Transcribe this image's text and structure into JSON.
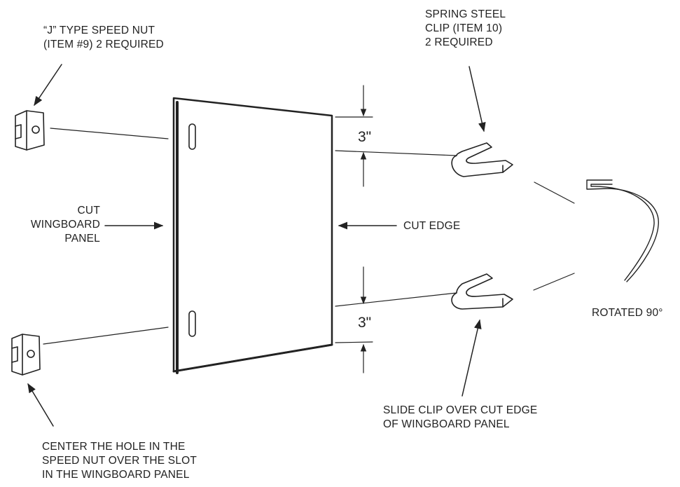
{
  "labels": {
    "speed_nut": {
      "lines": [
        "“J” TYPE SPEED NUT",
        "(ITEM #9) 2 REQUIRED"
      ]
    },
    "spring_clip": {
      "lines": [
        "SPRING STEEL",
        "CLIP (ITEM 10)",
        "2 REQUIRED"
      ]
    },
    "cut_panel": {
      "lines": [
        "CUT",
        "WINGBOARD",
        "PANEL"
      ]
    },
    "cut_edge": "CUT EDGE",
    "rotated": "ROTATED 90°",
    "slide_clip": {
      "lines": [
        "SLIDE CLIP OVER CUT EDGE",
        "OF WINGBOARD PANEL"
      ]
    },
    "center_hole": {
      "lines": [
        "CENTER THE HOLE IN THE",
        "SPEED NUT OVER THE SLOT",
        "IN THE WINGBOARD PANEL"
      ]
    }
  },
  "dimensions": {
    "top_offset": "3\"",
    "bottom_offset": "3\""
  },
  "colors": {
    "line": "#222222",
    "background": "#ffffff"
  }
}
